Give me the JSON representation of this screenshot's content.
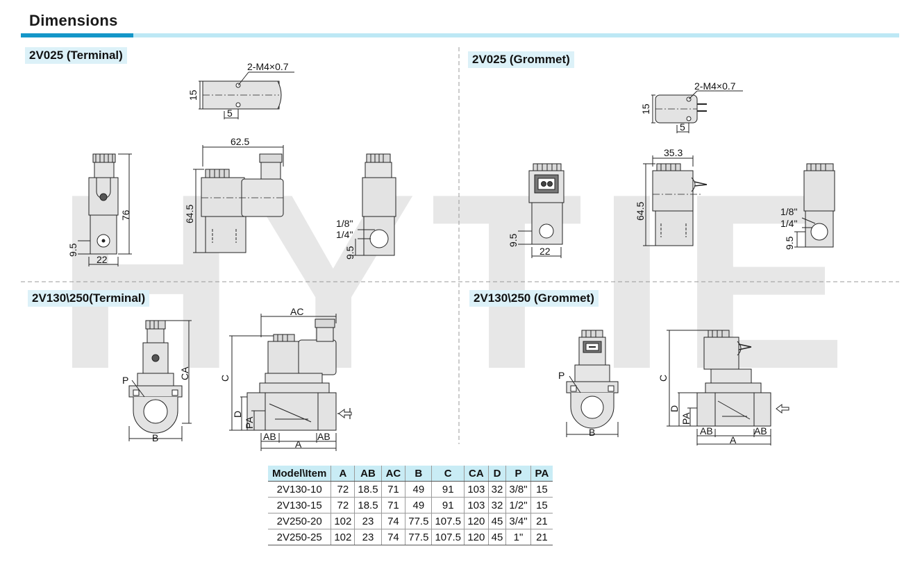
{
  "page_title": "Dimensions",
  "watermark": "HYTIE",
  "sections": {
    "tl": {
      "title": "2V025 (Terminal)"
    },
    "tr": {
      "title": "2V025 (Grommet)"
    },
    "bl": {
      "title": "2V130\\250(Terminal)"
    },
    "br": {
      "title": "2V130\\250 (Grommet)"
    }
  },
  "dims": {
    "tl": {
      "thread": "2-M4×0.7",
      "h15": "15",
      "w5": "5",
      "w625": "62.5",
      "h76": "76",
      "h645": "64.5",
      "h95": "9.5",
      "w22": "22",
      "p18": "1/8\"",
      "p14": "1/4\"",
      "h95b": "9.5"
    },
    "tr": {
      "thread": "2-M4×0.7",
      "h15": "15",
      "w5": "5",
      "w353": "35.3",
      "h645": "64.5",
      "h95": "9.5",
      "w22": "22",
      "p18": "1/8\"",
      "p14": "1/4\"",
      "h95b": "9.5"
    },
    "bl": {
      "p": "P",
      "ca": "CA",
      "b": "B",
      "ac": "AC",
      "c": "C",
      "d": "D",
      "pa": "PA",
      "ab1": "AB",
      "ab2": "AB",
      "a": "A"
    },
    "br": {
      "p": "P",
      "b": "B",
      "c": "C",
      "d": "D",
      "pa": "PA",
      "ab1": "AB",
      "ab2": "AB",
      "a": "A"
    }
  },
  "table": {
    "headers": [
      "Model\\Item",
      "A",
      "AB",
      "AC",
      "B",
      "C",
      "CA",
      "D",
      "P",
      "PA"
    ],
    "rows": [
      [
        "2V130-10",
        "72",
        "18.5",
        "71",
        "49",
        "91",
        "103",
        "32",
        "3/8\"",
        "15"
      ],
      [
        "2V130-15",
        "72",
        "18.5",
        "71",
        "49",
        "91",
        "103",
        "32",
        "1/2\"",
        "15"
      ],
      [
        "2V250-20",
        "102",
        "23",
        "74",
        "77.5",
        "107.5",
        "120",
        "45",
        "3/4\"",
        "21"
      ],
      [
        "2V250-25",
        "102",
        "23",
        "74",
        "77.5",
        "107.5",
        "120",
        "45",
        "1\"",
        "21"
      ]
    ]
  }
}
